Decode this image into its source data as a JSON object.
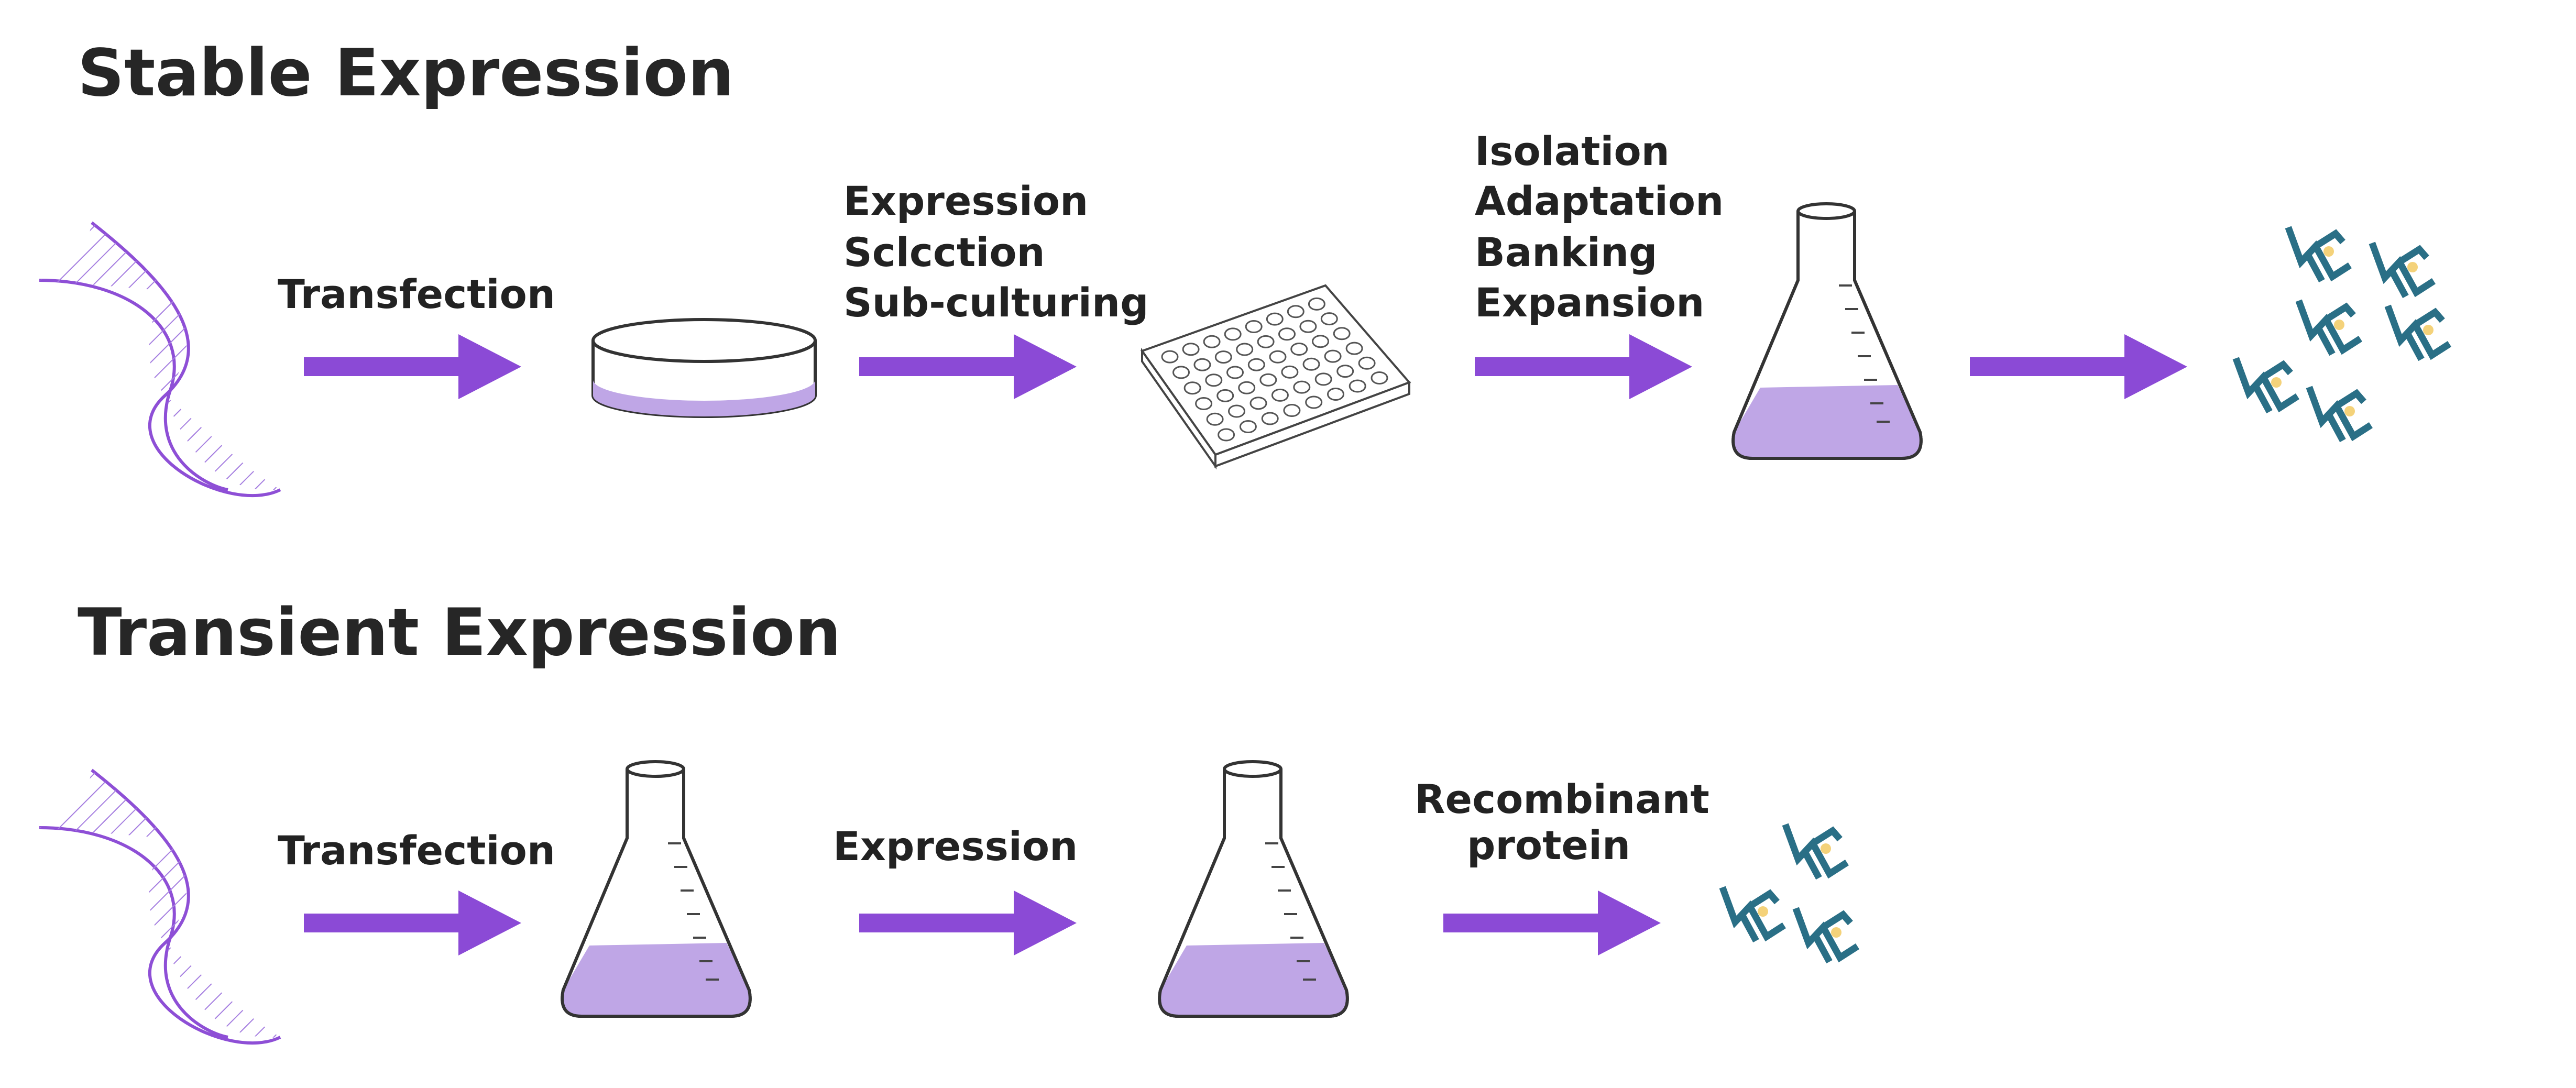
{
  "stable": {
    "title": "Stable Expression",
    "step1_label": "Transfection",
    "step2_lines": [
      "Expression",
      "Sclcction",
      "Sub-culturing"
    ],
    "step3_lines": [
      "Isolation",
      "Adaptation",
      "Banking",
      "Expansion"
    ]
  },
  "transient": {
    "title": "Transient Expression",
    "step1_label": "Transfection",
    "step2_label": "Expression",
    "step3_lines": [
      "Recombinant",
      "protein"
    ]
  },
  "colors": {
    "arrow": "#8b4ad6",
    "dna": "#8e4fd6",
    "medium": "#bfa6e6",
    "protein": "#2a6f86",
    "protein_dot": "#f4d27a",
    "outline": "#333333"
  },
  "icons": [
    "dna-icon",
    "petri-dish-icon",
    "well-plate-icon",
    "flask-icon",
    "protein-icon",
    "arrow-icon"
  ]
}
